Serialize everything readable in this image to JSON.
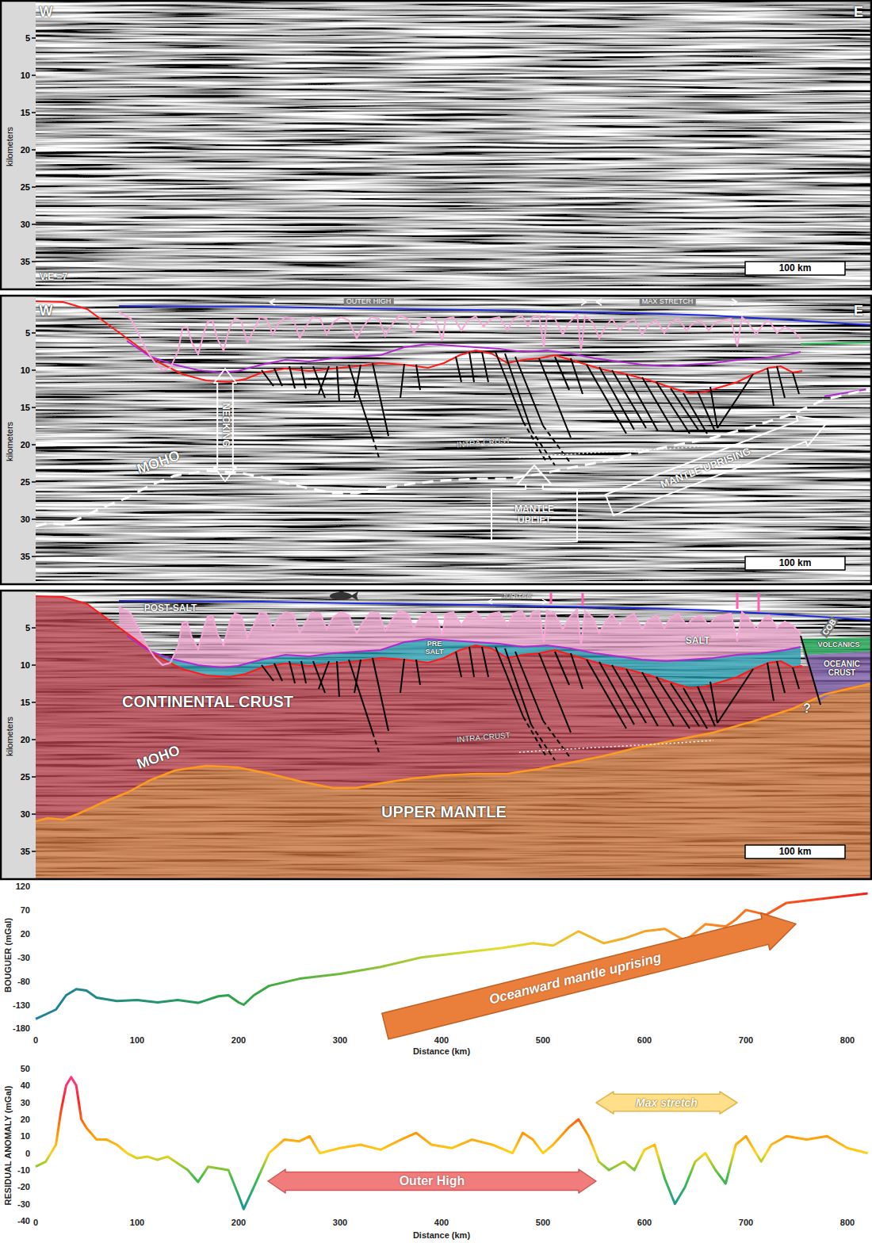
{
  "diagram": {
    "nodes": [
      {
        "text": [
          "100 km"
        ]
      },
      {
        "text": [
          "NECKING"
        ]
      },
      {
        "text": [
          "MANTLE UPLIFT"
        ]
      },
      {
        "text": [
          "MANTLE UPRISING"
        ]
      },
      {
        "text": [
          "100 km"
        ]
      },
      {
        "text": [
          "100 km"
        ]
      },
      {
        "text": [
          "Oceanward mantle uprising"
        ]
      },
      {
        "text": [
          "Max stretch"
        ]
      },
      {
        "text": [
          "Outer High"
        ]
      }
    ],
    "labels": [
      "W",
      "E",
      "kilometers",
      "5",
      "10",
      "15",
      "20",
      "25",
      "30",
      "35",
      "V.E =7",
      "W",
      "E",
      "kilometers",
      "5",
      "10",
      "15",
      "20",
      "25",
      "30",
      "35",
      "OUTER HIGH",
      "MAX STRETCH",
      "MOHO",
      "INTRA-CRUST",
      "POST-SALT",
      "JUPITER",
      "COB",
      "VOLCANICS",
      "OCEANIC CRUST",
      "PRE SALT",
      "SALT",
      "CONTINENTAL CRUST",
      "MOHO",
      "INTRA-CRUST",
      "?",
      "UPPER MANTLE",
      "kilometers",
      "5",
      "10",
      "15",
      "20",
      "25",
      "30",
      "35",
      "BOUGUER (mGal)",
      "120",
      "70",
      "20",
      "-30",
      "-80",
      "-130",
      "-180",
      "0",
      "100",
      "200",
      "300",
      "400",
      "500",
      "600",
      "700",
      "800",
      "Distance (km)",
      "RESIDUAL ANOMALY (mGal)",
      "50",
      "40",
      "30",
      "20",
      "10",
      "0",
      "-10",
      "-20",
      "-30",
      "-40",
      "0",
      "100",
      "200",
      "300",
      "400",
      "500",
      "600",
      "700",
      "800",
      "Distance (km)"
    ]
  }
}
